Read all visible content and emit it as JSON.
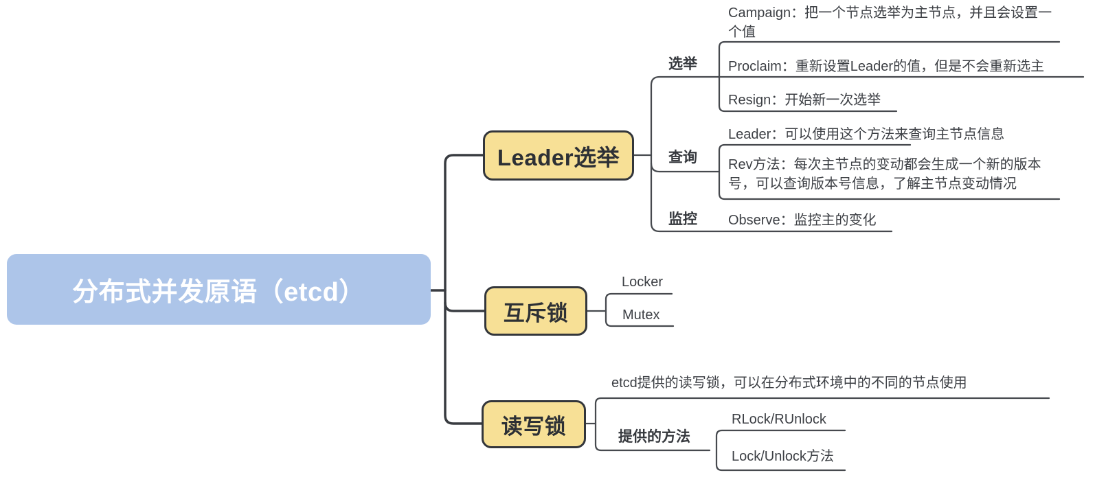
{
  "diagram": {
    "title": "etcd distributed concurrency primitives mind map",
    "colors": {
      "root_fill": "#ADC5E9",
      "root_text": "#FFFFFF",
      "topic_fill": "#F7E096",
      "topic_border": "#33363B",
      "main_line": "#393C41",
      "thin_line": "#46494E",
      "leaf_text": "#3C3F44",
      "background": "#FFFFFF"
    },
    "root": {
      "label": "分布式并发原语（etcd）"
    },
    "branches": [
      {
        "label": "Leader选举",
        "groups": [
          {
            "label": "选举",
            "children": [
              {
                "text": "Campaign：把一个节点选举为主节点，并且会设置一个值"
              },
              {
                "text": "Proclaim：重新设置Leader的值，但是不会重新选主"
              },
              {
                "text": "Resign：开始新一次选举"
              }
            ]
          },
          {
            "label": "查询",
            "children": [
              {
                "text": "Leader：可以使用这个方法来查询主节点信息"
              },
              {
                "text": "Rev方法：每次主节点的变动都会生成一个新的版本号，可以查询版本号信息，了解主节点变动情况"
              }
            ]
          },
          {
            "label": "监控",
            "children": [
              {
                "text": "Observe：监控主的变化"
              }
            ]
          }
        ]
      },
      {
        "label": "互斥锁",
        "children": [
          {
            "text": "Locker"
          },
          {
            "text": "Mutex"
          }
        ]
      },
      {
        "label": "读写锁",
        "note": {
          "text": "etcd提供的读写锁，可以在分布式环境中的不同的节点使用"
        },
        "groups": [
          {
            "label": "提供的方法",
            "children": [
              {
                "text": "RLock/RUnlock"
              },
              {
                "text": "Lock/Unlock方法"
              }
            ]
          }
        ]
      }
    ]
  }
}
